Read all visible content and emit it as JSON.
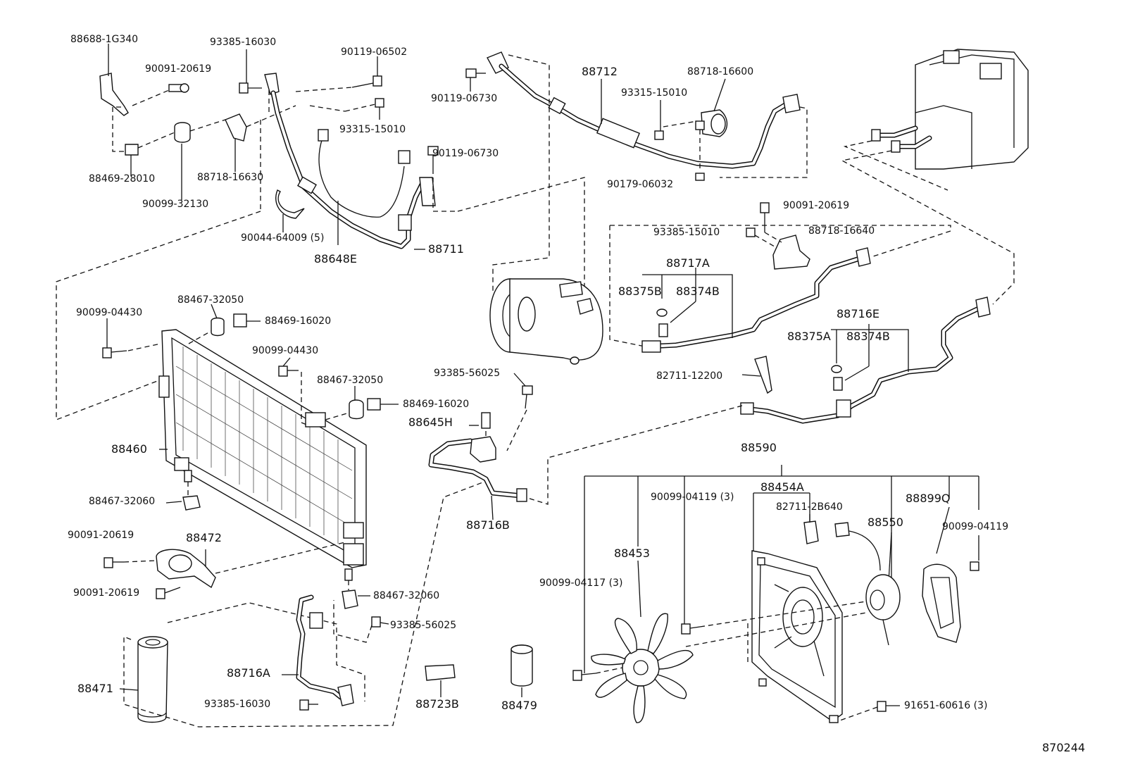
{
  "diagram_id": "870244",
  "labels": {
    "p88688_1G340": "88688-1G340",
    "p90091_20619_a": "90091-20619",
    "p88469_28010": "88469-28010",
    "p90099_32130": "90099-32130",
    "p88718_16630": "88718-16630",
    "p93385_16030_a": "93385-16030",
    "p90119_06502": "90119-06502",
    "p93315_15010_a": "93315-15010",
    "p90119_06730_a": "90119-06730",
    "p90044_64009": "90044-64009 (5)",
    "p88648E": "88648E",
    "p88711": "88711",
    "p90119_06730_b": "90119-06730",
    "p88712": "88712",
    "p88718_16600": "88718-16600",
    "p93315_15010_b": "93315-15010",
    "p90179_06032": "90179-06032",
    "p90091_20619_b": "90091-20619",
    "p93385_15010": "93385-15010",
    "p88718_16640": "88718-16640",
    "p88717A": "88717A",
    "p88375B": "88375B",
    "p88374B_a": "88374B",
    "p88716E": "88716E",
    "p88375A": "88375A",
    "p88374B_b": "88374B",
    "p82711_12200": "82711-12200",
    "p90099_04430_a": "90099-04430",
    "p88467_32050_a": "88467-32050",
    "p88469_16020_a": "88469-16020",
    "p90099_04430_b": "90099-04430",
    "p88467_32050_b": "88467-32050",
    "p88469_16020_b": "88469-16020",
    "p93385_56025_a": "93385-56025",
    "p88645H": "88645H",
    "p88460": "88460",
    "p88467_32060_a": "88467-32060",
    "p90091_20619_c": "90091-20619",
    "p88472": "88472",
    "p90091_20619_d": "90091-20619",
    "p88467_32060_b": "88467-32060",
    "p93385_56025_b": "93385-56025",
    "p88716B": "88716B",
    "p88716A": "88716A",
    "p88471": "88471",
    "p93385_16030_b": "93385-16030",
    "p88723B": "88723B",
    "p88479": "88479",
    "p88590": "88590",
    "p90099_04119_3": "90099-04119 (3)",
    "p88454A": "88454A",
    "p82711_2B640": "82711-2B640",
    "p88550": "88550",
    "p88899Q": "88899Q",
    "p90099_04119": "90099-04119",
    "p88453": "88453",
    "p90099_04117": "90099-04117 (3)",
    "p91651_60616": "91651-60616 (3)"
  }
}
